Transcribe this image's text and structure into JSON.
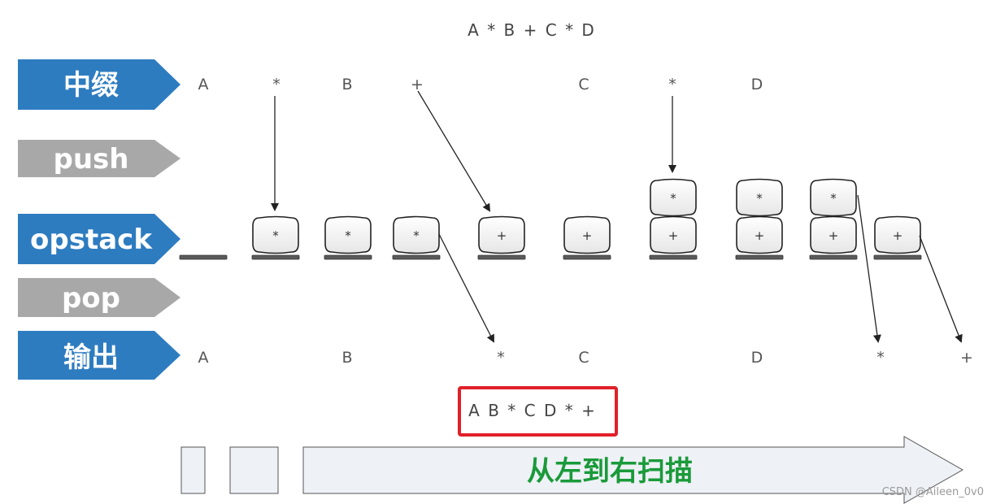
{
  "expression": "A * B + C * D",
  "row_tags": {
    "infix": "中缀",
    "push": "push",
    "opstack": "opstack",
    "pop": "pop",
    "output": "输出"
  },
  "infix_tokens": [
    "A",
    "*",
    "B",
    "+",
    "C",
    "*",
    "D"
  ],
  "stacks": [
    [],
    [
      "*"
    ],
    [
      "*"
    ],
    [
      "*"
    ],
    [
      "+"
    ],
    [
      "+"
    ],
    [
      "+",
      "*"
    ],
    [
      "+",
      "*"
    ],
    [
      "+",
      "*"
    ],
    [
      "+"
    ]
  ],
  "output_tokens": [
    "A",
    "B",
    "*",
    "C",
    "D",
    "*",
    "+"
  ],
  "result": "A B * C D * +",
  "scan_label": "从左到右扫描",
  "watermark": "CSDN @Aileen_0v0",
  "colors": {
    "blue_tag": "#2e7cc0",
    "gray_tag": "#a8a8a8",
    "result_box": "#e0202a",
    "scan_text": "#1a9a3a"
  }
}
